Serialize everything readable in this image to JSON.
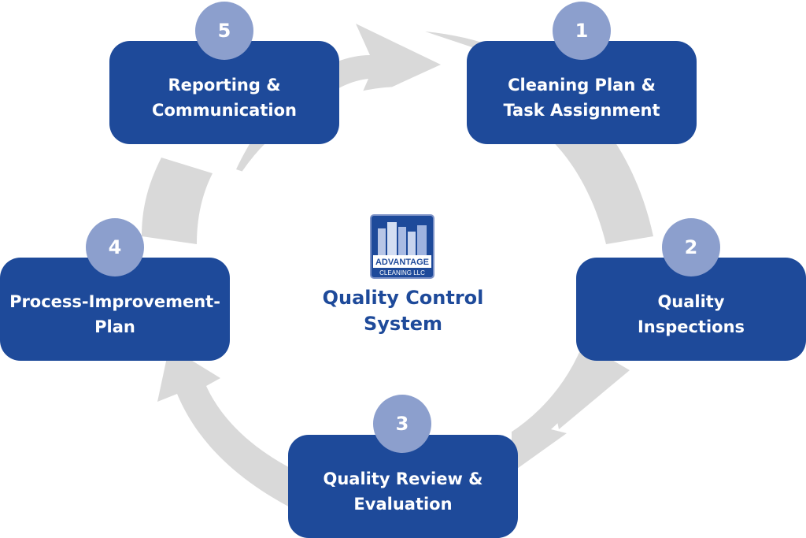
{
  "center": {
    "title": "Quality Control\nSystem",
    "logo": {
      "line1": "ADVANTAGE",
      "line2": "CLEANING LLC"
    }
  },
  "steps": [
    {
      "number": "1",
      "label": "Cleaning Plan &\nTask Assignment"
    },
    {
      "number": "2",
      "label": "Quality\nInspections"
    },
    {
      "number": "3",
      "label": "Quality Review &\nEvaluation"
    },
    {
      "number": "4",
      "label": "Process-Improvement-\nPlan"
    },
    {
      "number": "5",
      "label": "Reporting &\nCommunication"
    }
  ],
  "colors": {
    "box": "#1e4a9a",
    "badge": "#8c9fcd",
    "arrow": "#d9d9d9",
    "title": "#1e4a9a"
  }
}
